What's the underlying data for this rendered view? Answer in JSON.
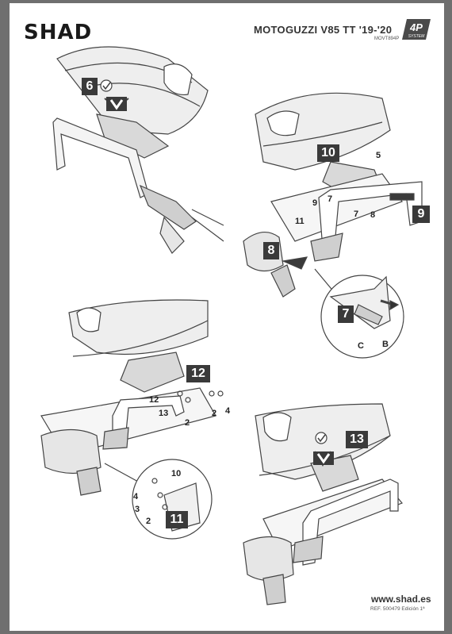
{
  "header": {
    "brand": "SHAD",
    "title": "MOTOGUZZI V85 TT '19-'20",
    "model_code": "MOVT894P",
    "logo_text": "4P",
    "logo_subtext": "SYSTEM"
  },
  "steps": {
    "s6": "6",
    "s7": "7",
    "s8": "8",
    "s9": "9",
    "s10": "10",
    "s11": "11",
    "s12": "12",
    "s13": "13"
  },
  "part_labels": {
    "p5": "5",
    "p9a": "9",
    "p7a": "7",
    "p7b": "7",
    "p8": "8",
    "p11": "11",
    "pC": "C",
    "pB": "B",
    "p12": "12",
    "p13": "13",
    "p2a": "2",
    "p2b": "2",
    "p4a": "4",
    "p10": "10",
    "p4b": "4",
    "p3": "3",
    "p2c": "2"
  },
  "footer": {
    "website": "www.shad.es",
    "reference": "REF. 500479 Edición 1ª"
  }
}
